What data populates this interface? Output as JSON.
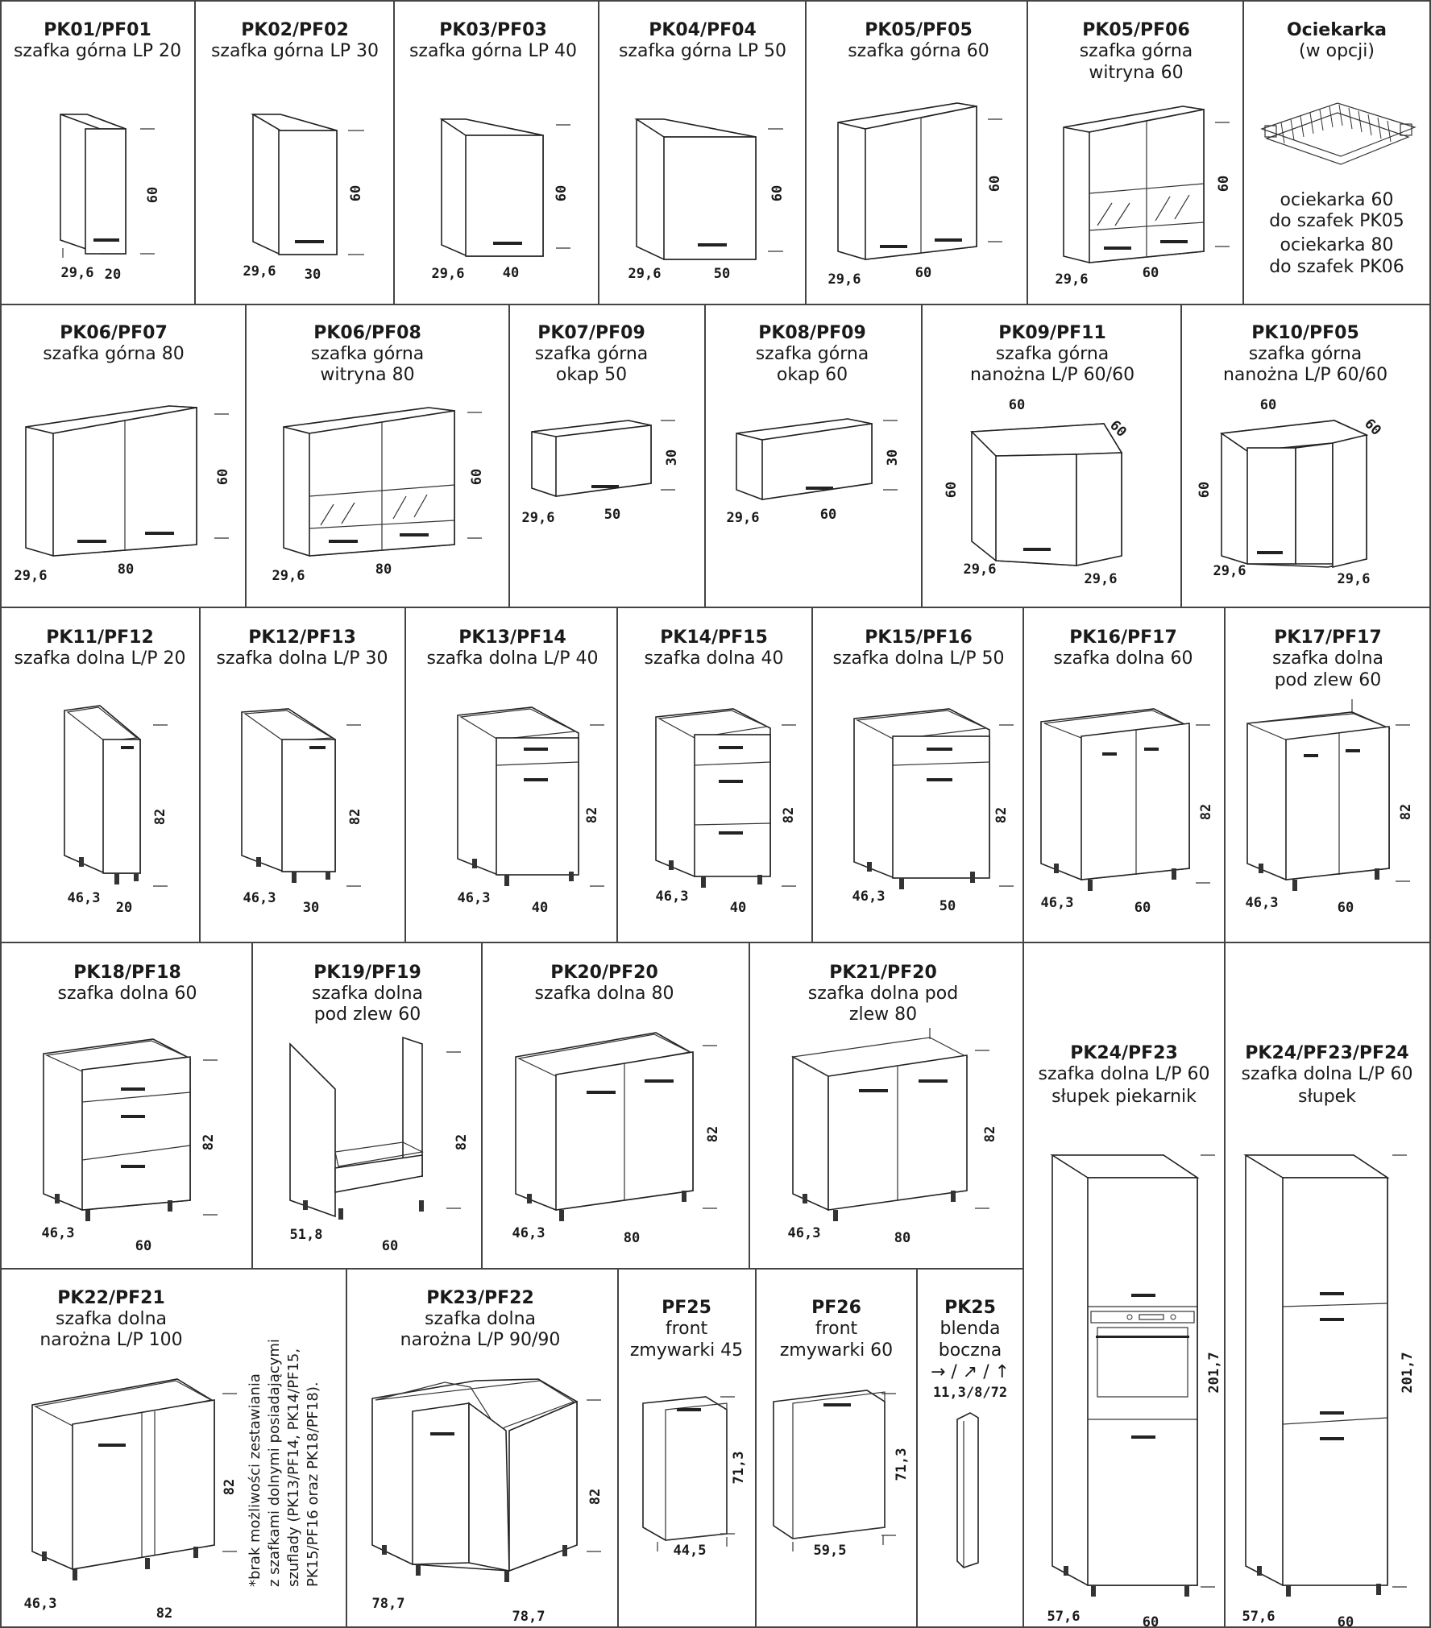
{
  "items": [
    {
      "code": "PK01/PF01",
      "lines": [
        "szafka górna LP 20"
      ],
      "dims": [
        "29,6",
        "20",
        "60"
      ]
    },
    {
      "code": "PK02/PF02",
      "lines": [
        "szafka górna LP 30"
      ],
      "dims": [
        "29,6",
        "30",
        "60"
      ]
    },
    {
      "code": "PK03/PF03",
      "lines": [
        "szafka górna LP 40"
      ],
      "dims": [
        "29,6",
        "40",
        "60"
      ]
    },
    {
      "code": "PK04/PF04",
      "lines": [
        "szafka górna LP 50"
      ],
      "dims": [
        "29,6",
        "50",
        "60"
      ]
    },
    {
      "code": "PK05/PF05",
      "lines": [
        "szafka górna 60"
      ],
      "dims": [
        "29,6",
        "60",
        "60"
      ]
    },
    {
      "code": "PK05/PF06",
      "lines": [
        "szafka górna",
        "witryna 60"
      ],
      "dims": [
        "29,6",
        "60",
        "60"
      ]
    },
    {
      "code": "Ociekarka",
      "lines": [
        "(w opcji)"
      ],
      "notes": [
        "ociekarka 60",
        "do szafek PK05",
        "ociekarka 80",
        "do szafek PK06"
      ]
    },
    {
      "code": "PK06/PF07",
      "lines": [
        "szafka górna 80"
      ],
      "dims": [
        "29,6",
        "80",
        "60"
      ]
    },
    {
      "code": "PK06/PF08",
      "lines": [
        "szafka górna",
        "witryna 80"
      ],
      "dims": [
        "29,6",
        "80",
        "60"
      ]
    },
    {
      "code": "PK07/PF09",
      "lines": [
        "szafka górna",
        "okap 50"
      ],
      "dims": [
        "29,6",
        "50",
        "30"
      ]
    },
    {
      "code": "PK08/PF09",
      "lines": [
        "szafka górna",
        "okap 60"
      ],
      "dims": [
        "29,6",
        "60",
        "30"
      ]
    },
    {
      "code": "PK09/PF11",
      "lines": [
        "szafka górna",
        "nanożna L/P 60/60"
      ],
      "dims": [
        "60",
        "60",
        "60",
        "29,6",
        "29,6"
      ]
    },
    {
      "code": "PK10/PF05",
      "lines": [
        "szafka górna",
        "nanożna L/P 60/60"
      ],
      "dims": [
        "60",
        "60",
        "60",
        "29,6",
        "29,6"
      ]
    },
    {
      "code": "PK11/PF12",
      "lines": [
        "szafka dolna L/P 20"
      ],
      "dims": [
        "46,3",
        "20",
        "82"
      ]
    },
    {
      "code": "PK12/PF13",
      "lines": [
        "szafka dolna L/P 30"
      ],
      "dims": [
        "46,3",
        "30",
        "82"
      ]
    },
    {
      "code": "PK13/PF14",
      "lines": [
        "szafka dolna L/P 40"
      ],
      "dims": [
        "46,3",
        "40",
        "82"
      ]
    },
    {
      "code": "PK14/PF15",
      "lines": [
        "szafka dolna 40"
      ],
      "dims": [
        "46,3",
        "40",
        "82"
      ]
    },
    {
      "code": "PK15/PF16",
      "lines": [
        "szafka dolna L/P 50"
      ],
      "dims": [
        "46,3",
        "50",
        "82"
      ]
    },
    {
      "code": "PK16/PF17",
      "lines": [
        "szafka dolna 60"
      ],
      "dims": [
        "46,3",
        "60",
        "82"
      ]
    },
    {
      "code": "PK17/PF17",
      "lines": [
        "szafka dolna",
        "pod zlew 60"
      ],
      "dims": [
        "46,3",
        "60",
        "82"
      ]
    },
    {
      "code": "PK18/PF18",
      "lines": [
        "szafka dolna 60"
      ],
      "dims": [
        "46,3",
        "60",
        "82"
      ]
    },
    {
      "code": "PK19/PF19",
      "lines": [
        "szafka dolna",
        "pod zlew 60"
      ],
      "dims": [
        "51,8",
        "60",
        "82"
      ]
    },
    {
      "code": "PK20/PF20",
      "lines": [
        "szafka dolna 80"
      ],
      "dims": [
        "46,3",
        "80",
        "82"
      ]
    },
    {
      "code": "PK21/PF20",
      "lines": [
        "szafka dolna pod",
        "zlew 80"
      ],
      "dims": [
        "46,3",
        "80",
        "82"
      ]
    },
    {
      "code": "PK24/PF23",
      "lines": [
        "szafka dolna L/P 60",
        "słupek piekarnik"
      ],
      "dims": [
        "57,6",
        "60",
        "201,7"
      ]
    },
    {
      "code": "PK24/PF23/PF24",
      "lines": [
        "szafka dolna L/P 60",
        "słupek"
      ],
      "dims": [
        "57,6",
        "60",
        "201,7"
      ]
    },
    {
      "code": "PK22/PF21",
      "lines": [
        "szafka dolna",
        "narożna L/P 100"
      ],
      "dims": [
        "46,3",
        "82",
        "82"
      ]
    },
    {
      "code": "PK23/PF22",
      "lines": [
        "szafka dolna",
        "narożna L/P 90/90"
      ],
      "dims": [
        "78,7",
        "78,7",
        "82"
      ]
    },
    {
      "code": "PF25",
      "lines": [
        "front",
        "zmywarki 45"
      ],
      "dims": [
        "44,5",
        "71,3"
      ]
    },
    {
      "code": "PF26",
      "lines": [
        "front",
        "zmywarki 60"
      ],
      "dims": [
        "59,5",
        "71,3"
      ]
    },
    {
      "code": "PK25",
      "lines": [
        "blenda",
        "boczna"
      ],
      "dims": [
        "11,3/8/72"
      ]
    }
  ],
  "footnote": [
    "*brak możliwości zestawiania",
    "z szafkami dolnymi posiadającymi",
    "szuflady (PK13/PF14, PK14/PF15,",
    "PK15/PF16 oraz PK18/PF18)."
  ],
  "colors": {
    "ink": "#1a1a1a",
    "line": "#444444",
    "paper": "#ffffff"
  }
}
